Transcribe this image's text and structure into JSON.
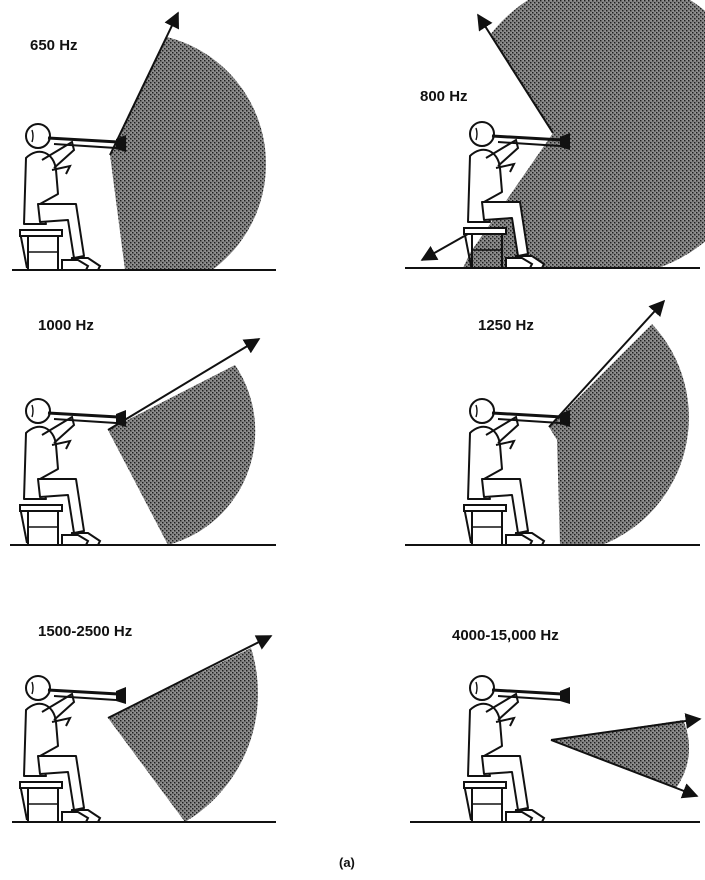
{
  "panels": [
    {
      "label": "650 Hz"
    },
    {
      "label": "800 Hz"
    },
    {
      "label": "1000 Hz"
    },
    {
      "label": "1250 Hz"
    },
    {
      "label": "1500-2500 Hz"
    },
    {
      "label": "4000-15,000 Hz"
    }
  ],
  "caption": "(a)",
  "colors": {
    "stipple": "#3a3a3a",
    "line": "#111111",
    "background": "#ffffff"
  }
}
